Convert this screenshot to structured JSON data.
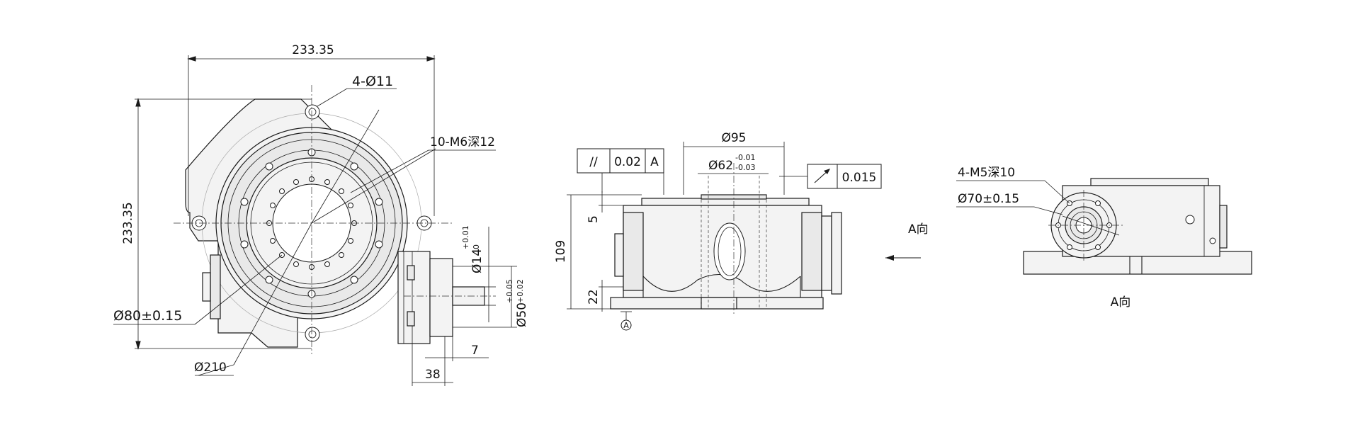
{
  "front_view": {
    "dim_width": "233.35",
    "dim_height": "233.35",
    "mount_holes": "4-Ø11",
    "thread_holes": "10-M6深12",
    "dim_flange_dia": "Ø80±0.15",
    "dim_pitch_dia": "Ø210",
    "dim_shaft_dia": "Ø14",
    "dim_shaft_tol_upper": "+0.01",
    "dim_shaft_tol_lower": "0",
    "dim_boss_dia": "Ø50",
    "dim_boss_tol_upper": "+0.05",
    "dim_boss_tol_lower": "+0.02",
    "dim_shaft_len": "7",
    "dim_boss_len": "38"
  },
  "side_view": {
    "dim_top_dia": "Ø95",
    "dim_bore_dia": "Ø62",
    "dim_bore_tol_upper": "-0.01",
    "dim_bore_tol_lower": "-0.03",
    "dim_height": "109",
    "dim_top_step": "5",
    "dim_base_step": "22",
    "parallelism_symbol": "//",
    "parallelism_value": "0.02",
    "parallelism_datum": "A",
    "runout_value": "0.015",
    "datum_label": "A",
    "view_direction_label": "A向"
  },
  "a_view": {
    "thread_holes": "4-M5深10",
    "dim_pcd": "Ø70±0.15",
    "caption": "A向"
  },
  "colors": {
    "line": "#1a1a1a",
    "fill": "#f3f3f3"
  }
}
